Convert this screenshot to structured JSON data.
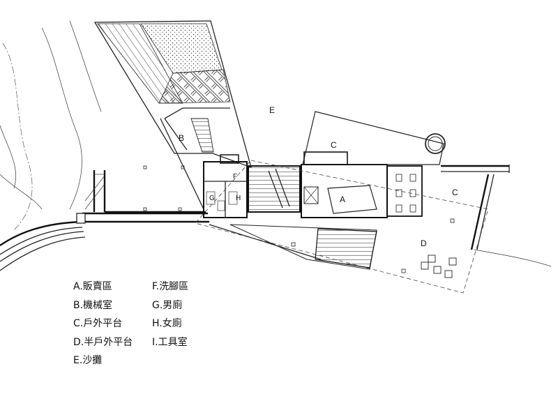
{
  "room_labels": {
    "a": "A",
    "b": "B",
    "c1": "C",
    "c2": "C",
    "d": "D",
    "e": "E",
    "f": "F",
    "g": "G",
    "h": "H"
  },
  "legend": {
    "col1": [
      "A.販賣區",
      "B.機械室",
      "C.戶外平台",
      "D.半戶外平台",
      "E.沙攤"
    ],
    "col2": [
      "F.洗腳區",
      "G.男廁",
      "H.女廁",
      "I.工具室"
    ]
  }
}
